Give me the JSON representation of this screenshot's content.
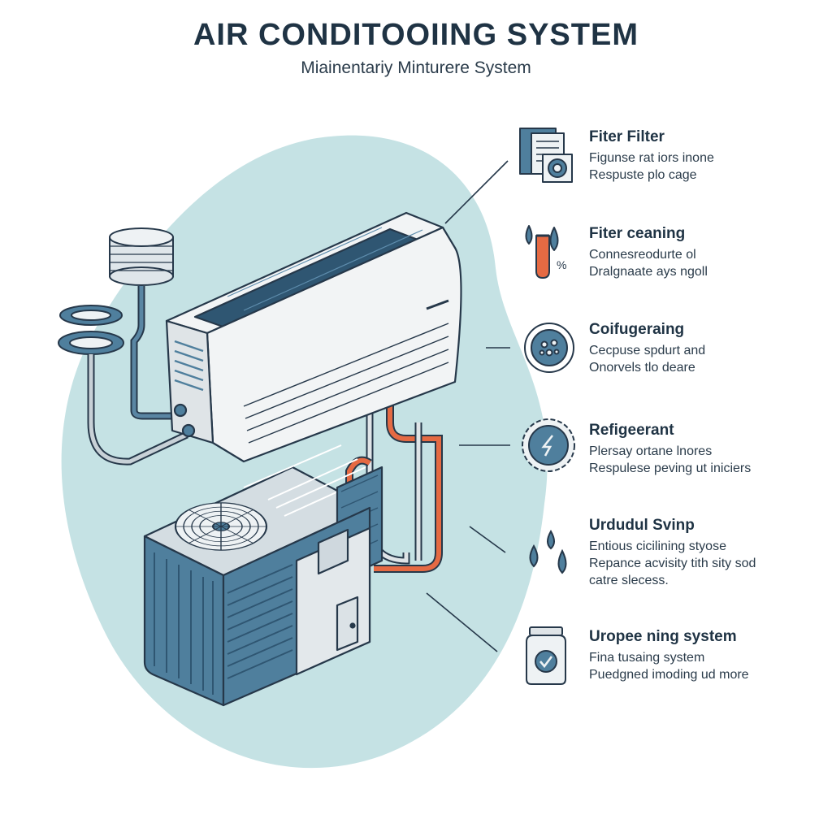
{
  "header": {
    "title": "AIR CONDITOOIING SYSTEM",
    "subtitle": "Miainentariy Minturere  System"
  },
  "items": [
    {
      "heading": "Fiter Filter",
      "lines": [
        "Figunse rat iors inone",
        "Respuste plo cage"
      ],
      "icon": "filter-icon"
    },
    {
      "heading": "Fiter ceaning",
      "lines": [
        "Connesreodurte ol",
        "Dralgnaate ays ngoll"
      ],
      "icon": "cleaning-icon"
    },
    {
      "heading": "Coifugeraing",
      "lines": [
        "Cecpuse spdurt and",
        "Onorvels tlo deare"
      ],
      "icon": "coil-icon"
    },
    {
      "heading": "Refigeerant",
      "lines": [
        "Plersay ortane lnores",
        "Respulese peving ut iniciers"
      ],
      "icon": "refrigerant-icon"
    },
    {
      "heading": "Urdudul Svinp",
      "lines": [
        "Entious cicilining styose",
        "Repance acvisity tith sity sod",
        "catre slecess."
      ],
      "icon": "water-drops-icon"
    },
    {
      "heading": "Uropee ning system",
      "lines": [
        "Fina tusaing system",
        "Puedgned imoding ud more"
      ],
      "icon": "check-jar-icon"
    }
  ],
  "colors": {
    "blob": "#c5e2e4",
    "navy": "#1f3344",
    "steel_blue": "#4f7f9d",
    "accent_orange": "#e56a43",
    "unit_white": "#f2f4f5"
  }
}
